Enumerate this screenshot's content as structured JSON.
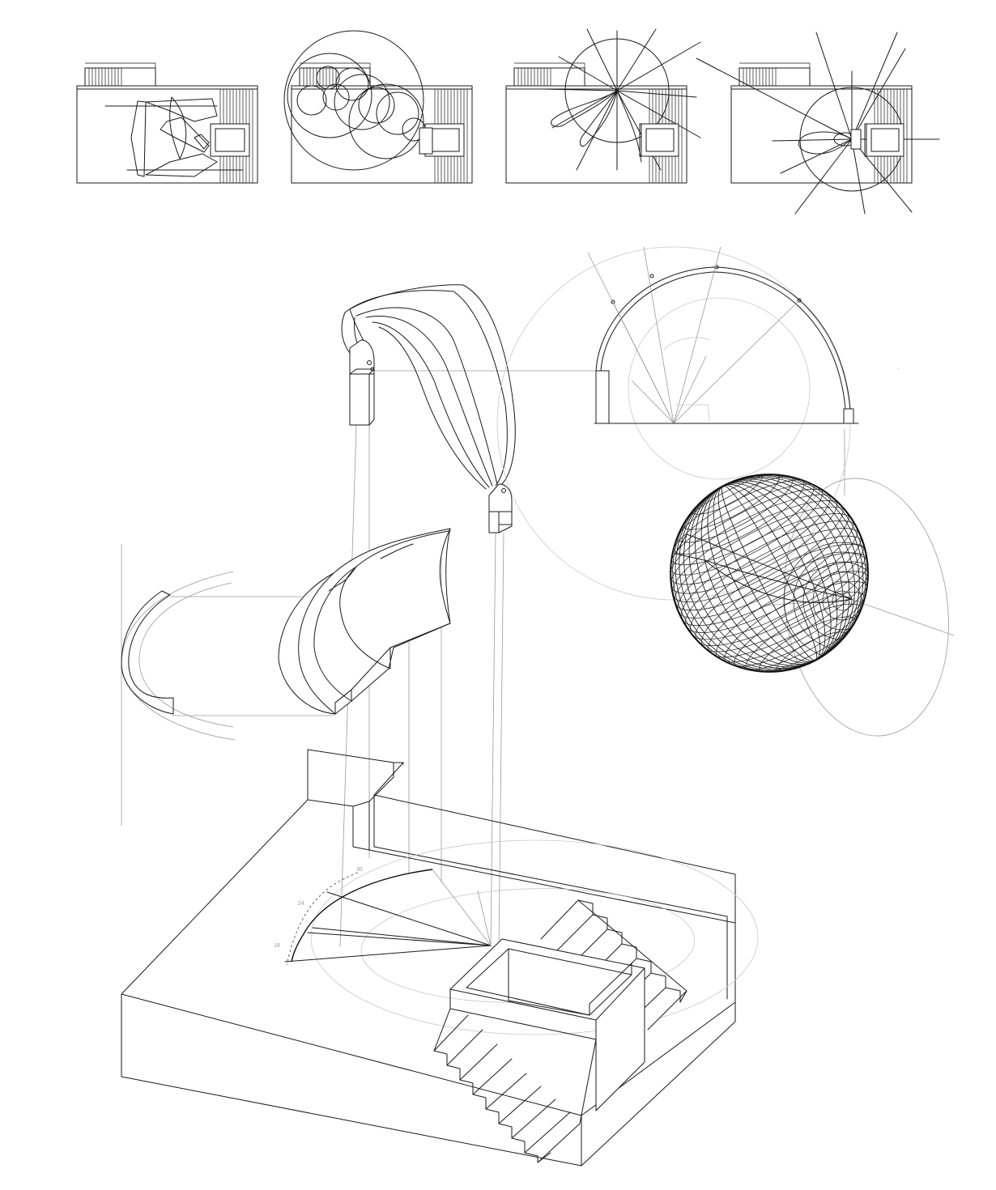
{
  "angle_labels": [
    "30",
    "24",
    "18"
  ],
  "colors": {
    "line": "#1a1a1a",
    "construction": "#9a9a9a",
    "background": "#ffffff"
  }
}
